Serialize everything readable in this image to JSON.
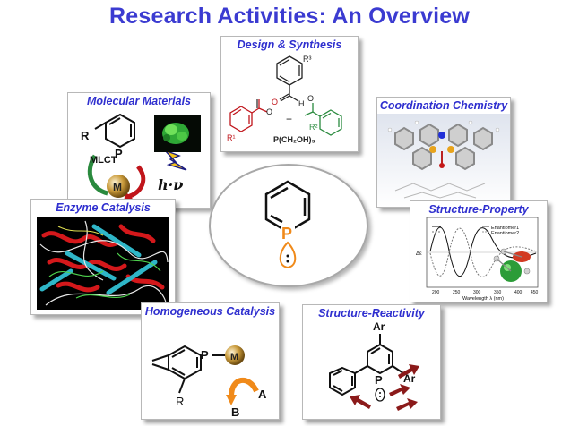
{
  "title": "Research Activities: An Overview",
  "panels": {
    "design": {
      "label": "Design & Synthesis",
      "r3": "R³",
      "r1": "R¹",
      "r2": "R²",
      "h": "H",
      "plus": "+",
      "reagent": "P(CH₂OH)₃"
    },
    "molecular": {
      "label": "Molecular Materials",
      "r": "R",
      "p": "P",
      "mlct": "MLCT",
      "m": "M",
      "hv": "h·ν"
    },
    "coordination": {
      "label": "Coordination Chemistry"
    },
    "enzyme": {
      "label": "Enzyme Catalysis"
    },
    "structure_property": {
      "label": "Structure-Property",
      "legend1": "Enantiomer1",
      "legend2": "Enantiomer2",
      "xlabel": "Wavelength λ (nm)",
      "ylabel": "Δε",
      "xticks": [
        "200",
        "250",
        "300",
        "350",
        "400",
        "450"
      ]
    },
    "homogeneous": {
      "label": "Homogeneous Catalysis",
      "p": "P",
      "m": "M",
      "r": "R",
      "a": "A",
      "b": "B"
    },
    "structure_reactivity": {
      "label": "Structure-Reactivity",
      "ar1": "Ar",
      "ar2": "Ar",
      "p": "P"
    }
  },
  "center": {
    "p": "P"
  },
  "colors": {
    "title": "#3b3bd1",
    "label": "#2f2fcf",
    "red": "#c0151b",
    "green": "#2a8a3e",
    "orange": "#f08a1a",
    "darkred": "#8b1a1a",
    "gold": "#c99a3a"
  }
}
